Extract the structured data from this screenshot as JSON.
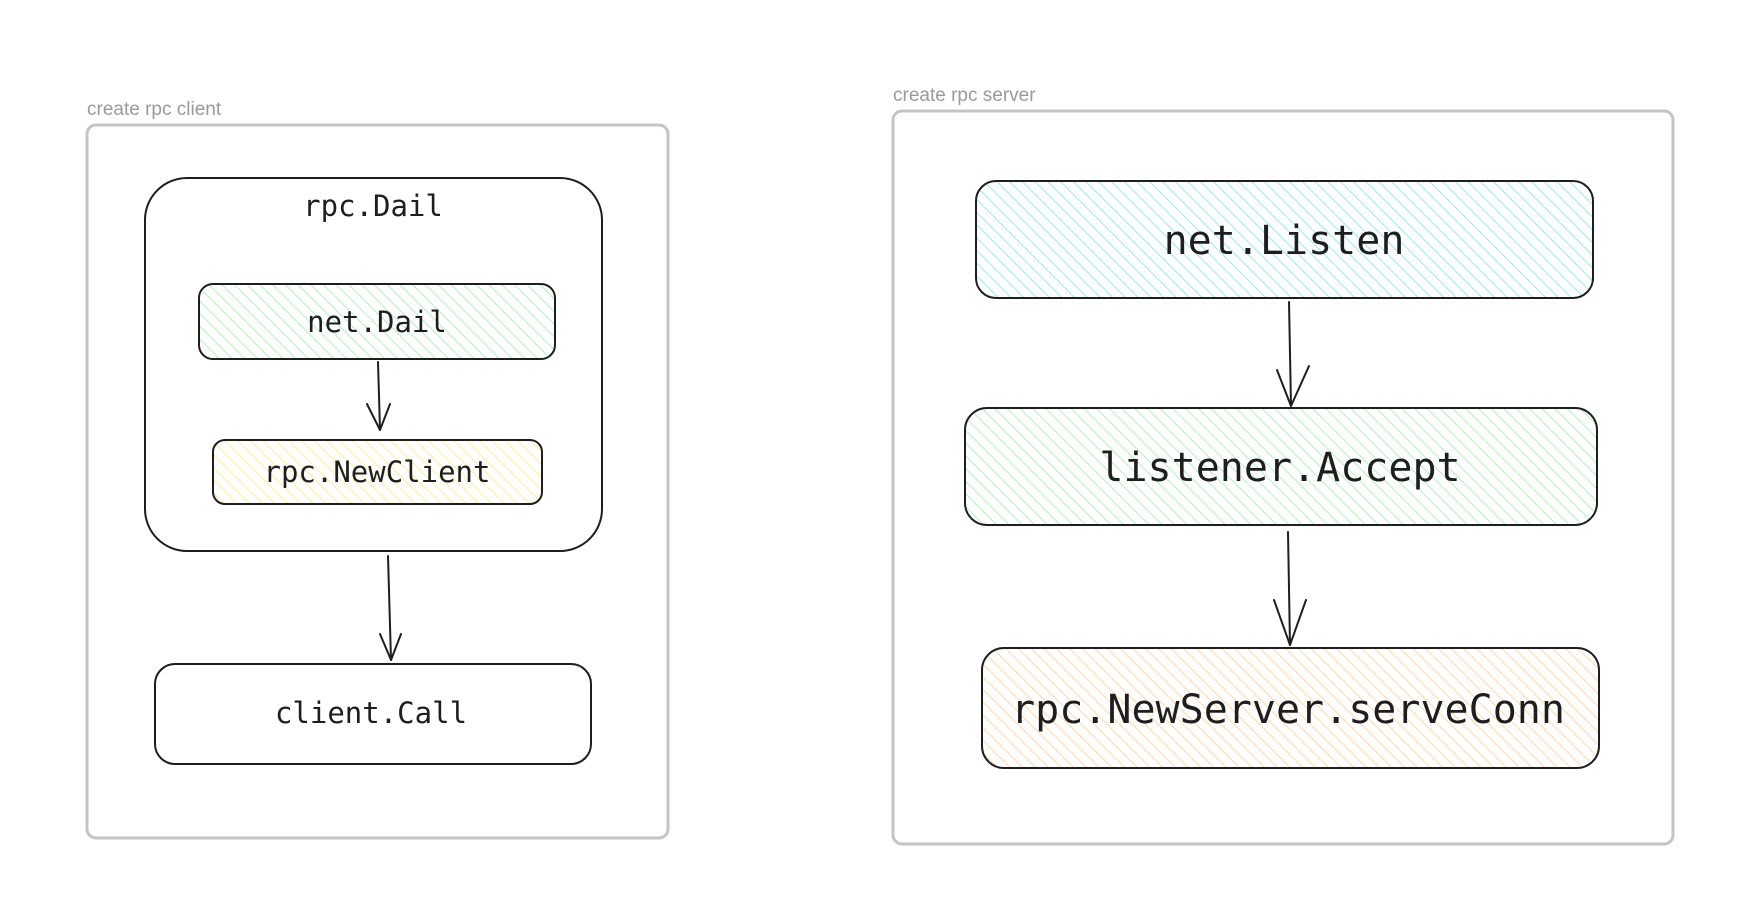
{
  "frames": {
    "client": {
      "label": "create rpc client"
    },
    "server": {
      "label": "create rpc server"
    }
  },
  "nodes": {
    "rpc_dail": "rpc.Dail",
    "net_dail": "net.Dail",
    "rpc_newclient": "rpc.NewClient",
    "client_call": "client.Call",
    "net_listen": "net.Listen",
    "listener_accept": "listener.Accept",
    "rpc_newserver_serveconn": "rpc.NewServer.serveConn"
  },
  "edges": [
    {
      "from": "net_dail",
      "to": "rpc_newclient"
    },
    {
      "from": "rpc_dail",
      "to": "client_call"
    },
    {
      "from": "net_listen",
      "to": "listener_accept"
    },
    {
      "from": "listener_accept",
      "to": "rpc_newserver_serveconn"
    }
  ],
  "colors": {
    "green": "#b2f2bb",
    "yellow": "#ffec99",
    "cyan": "#99e9f2",
    "orange": "#ffd8a8",
    "stroke": "#1e1e1e",
    "frame": "#c4c4c4"
  }
}
